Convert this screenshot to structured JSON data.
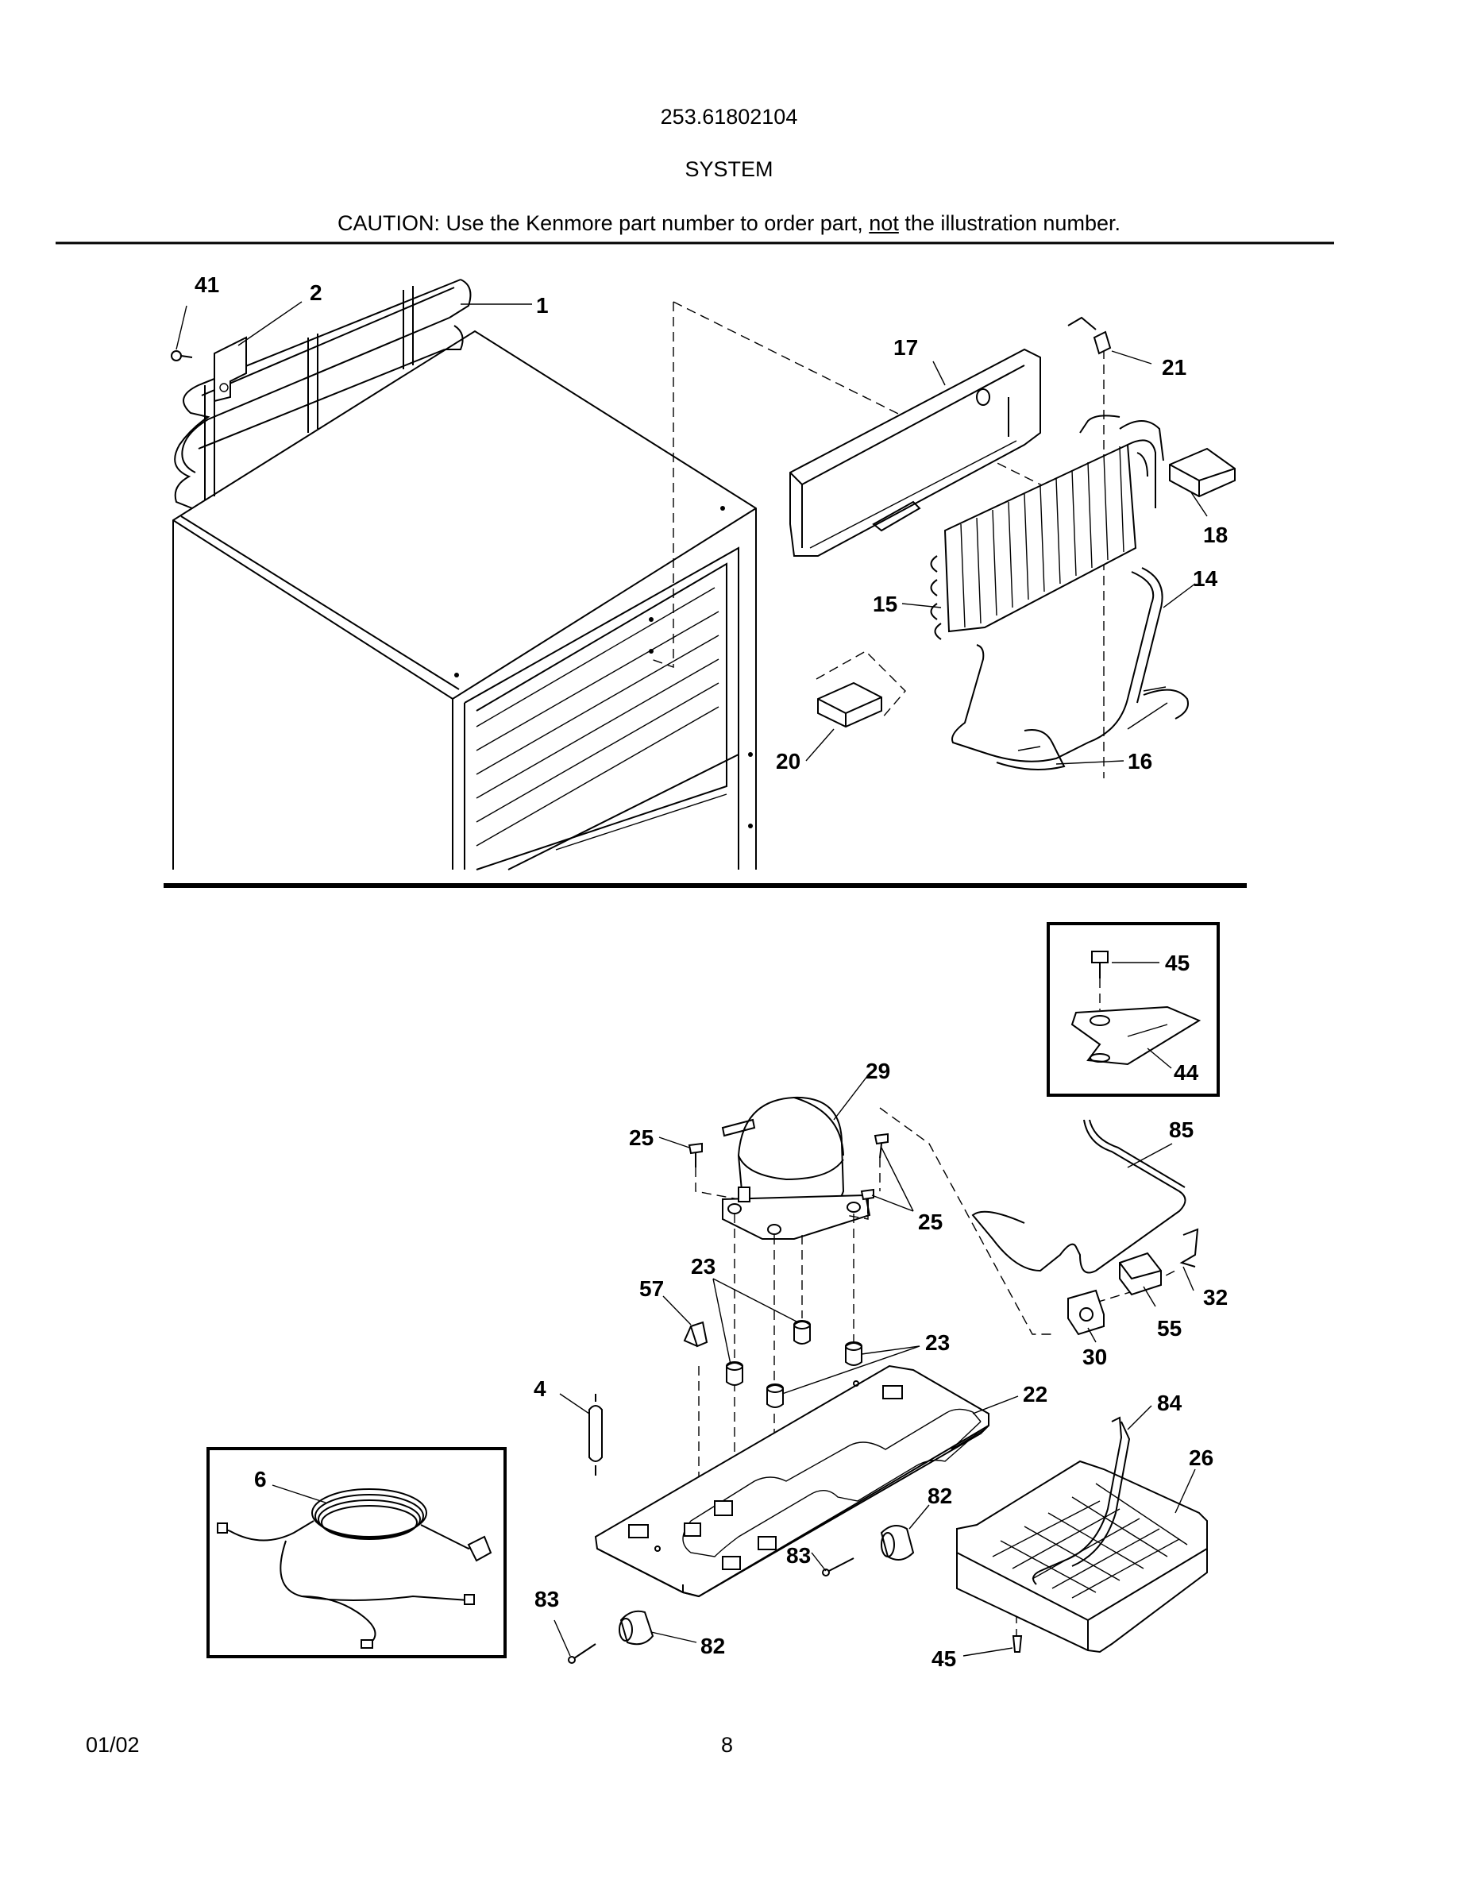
{
  "header": {
    "model": "253.61802104",
    "section": "SYSTEM",
    "caution_prefix": "CAUTION: Use the Kenmore part number to order part, ",
    "caution_underlined": "not",
    "caution_suffix": " the illustration number."
  },
  "footer": {
    "date": "01/02",
    "page": "8"
  },
  "callouts": {
    "c41": "41",
    "c2": "2",
    "c1": "1",
    "c17": "17",
    "c21": "21",
    "c18": "18",
    "c15": "15",
    "c14": "14",
    "c20": "20",
    "c16": "16",
    "c45a": "45",
    "c44": "44",
    "c29": "29",
    "c25a": "25",
    "c25b": "25",
    "c85": "85",
    "c23a": "23",
    "c57": "57",
    "c23b": "23",
    "c32": "32",
    "c55": "55",
    "c30": "30",
    "c4": "4",
    "c22": "22",
    "c84": "84",
    "c26": "26",
    "c6": "6",
    "c82a": "82",
    "c83a": "83",
    "c83b": "83",
    "c82b": "82",
    "c45b": "45"
  }
}
